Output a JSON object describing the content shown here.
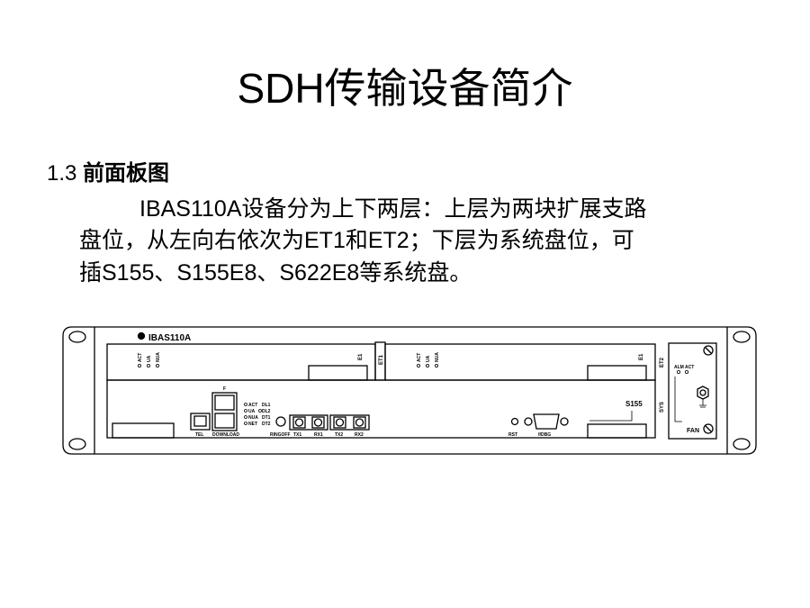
{
  "title": "SDH传输设备简介",
  "section": {
    "number": "1.3",
    "heading": "前面板图"
  },
  "paragraph": [
    "IBAS110A设备分为上下两层：上层为两块扩展支路",
    "盘位，从左向右依次为ET1和ET2；下层为系统盘位，可",
    "插S155、S155E8、S622E8等系统盘。"
  ],
  "diagram": {
    "brand": "IBAS110A",
    "slot_et1": "ET1",
    "slot_et2": "ET2",
    "slot_sys": "SYS",
    "e1": "E1",
    "tributary_leds": [
      "ACT",
      "UA",
      "NUA"
    ],
    "system_card": "S155",
    "ports": {
      "tel": "TEL",
      "download": "DOWNLOAD",
      "f": "F",
      "ringoff": "RINGOFF",
      "tx1": "TX1",
      "rx1": "RX1",
      "tx2": "TX2",
      "rx2": "RX2",
      "rst": "RST",
      "fdbg": "f/DBG"
    },
    "status_leds": [
      "ACT",
      "DL1",
      "UA",
      "DL2",
      "NUA",
      "DT1",
      "NET",
      "DT2"
    ],
    "fan": {
      "label": "FAN",
      "leds": [
        "ALM",
        "ACT"
      ]
    }
  }
}
